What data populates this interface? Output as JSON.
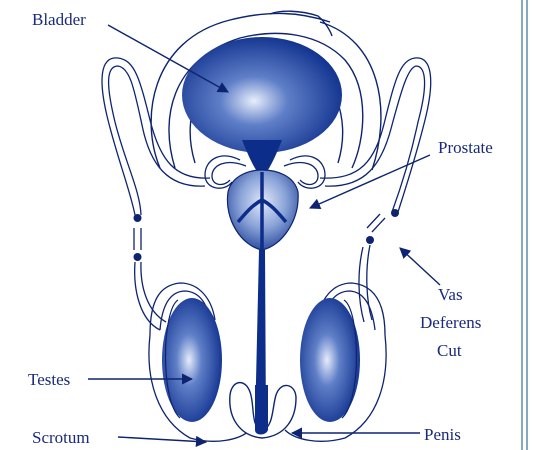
{
  "labels": {
    "bladder": "Bladder",
    "prostate": "Prostate",
    "vas_line1": "Vas",
    "vas_line2": "Deferens",
    "vas_line3": "Cut",
    "testes": "Testes",
    "scrotum": "Scrotum",
    "penis": "Penis"
  },
  "colors": {
    "organ_dark": "#0c2d8a",
    "organ_light": "#c9d6f2",
    "line": "#0e2470",
    "text": "#1a2a7a",
    "frame": "#5b8fa8"
  }
}
